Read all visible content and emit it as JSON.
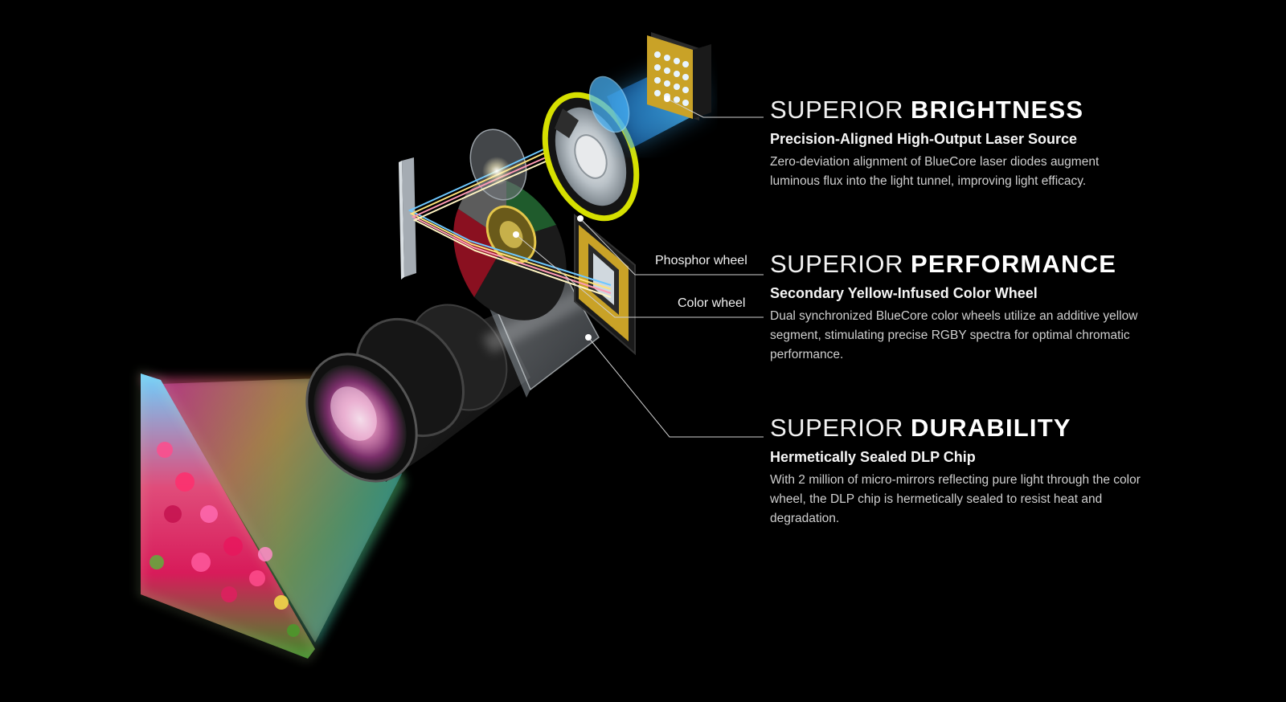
{
  "sections": {
    "brightness": {
      "title_light": "SUPERIOR",
      "title_bold": "BRIGHTNESS",
      "subtitle": "Precision-Aligned High-Output Laser Source",
      "description": "Zero-deviation alignment of BlueCore laser diodes augment luminous flux into the light tunnel, improving light efficacy."
    },
    "performance": {
      "title_light": "SUPERIOR",
      "title_bold": "PERFORMANCE",
      "subtitle": "Secondary Yellow-Infused Color Wheel",
      "description": "Dual synchronized BlueCore color wheels utilize an additive yellow segment, stimulating precise RGBY spectra for optimal chromatic performance."
    },
    "durability": {
      "title_light": "SUPERIOR",
      "title_bold": "DURABILITY",
      "subtitle": "Hermetically Sealed DLP Chip",
      "description": "With 2 million of micro-mirrors reflecting pure light through the color wheel, the DLP chip is hermetically sealed to resist heat and degradation."
    }
  },
  "callouts": {
    "phosphor_wheel": "Phosphor wheel",
    "color_wheel": "Color wheel"
  },
  "colors": {
    "background": "#000000",
    "laser_blue": "#2aa8ff",
    "phosphor_yellow": "#d6e000",
    "chip_gold": "#c9a227",
    "light_beam": "#ffe9a8"
  }
}
